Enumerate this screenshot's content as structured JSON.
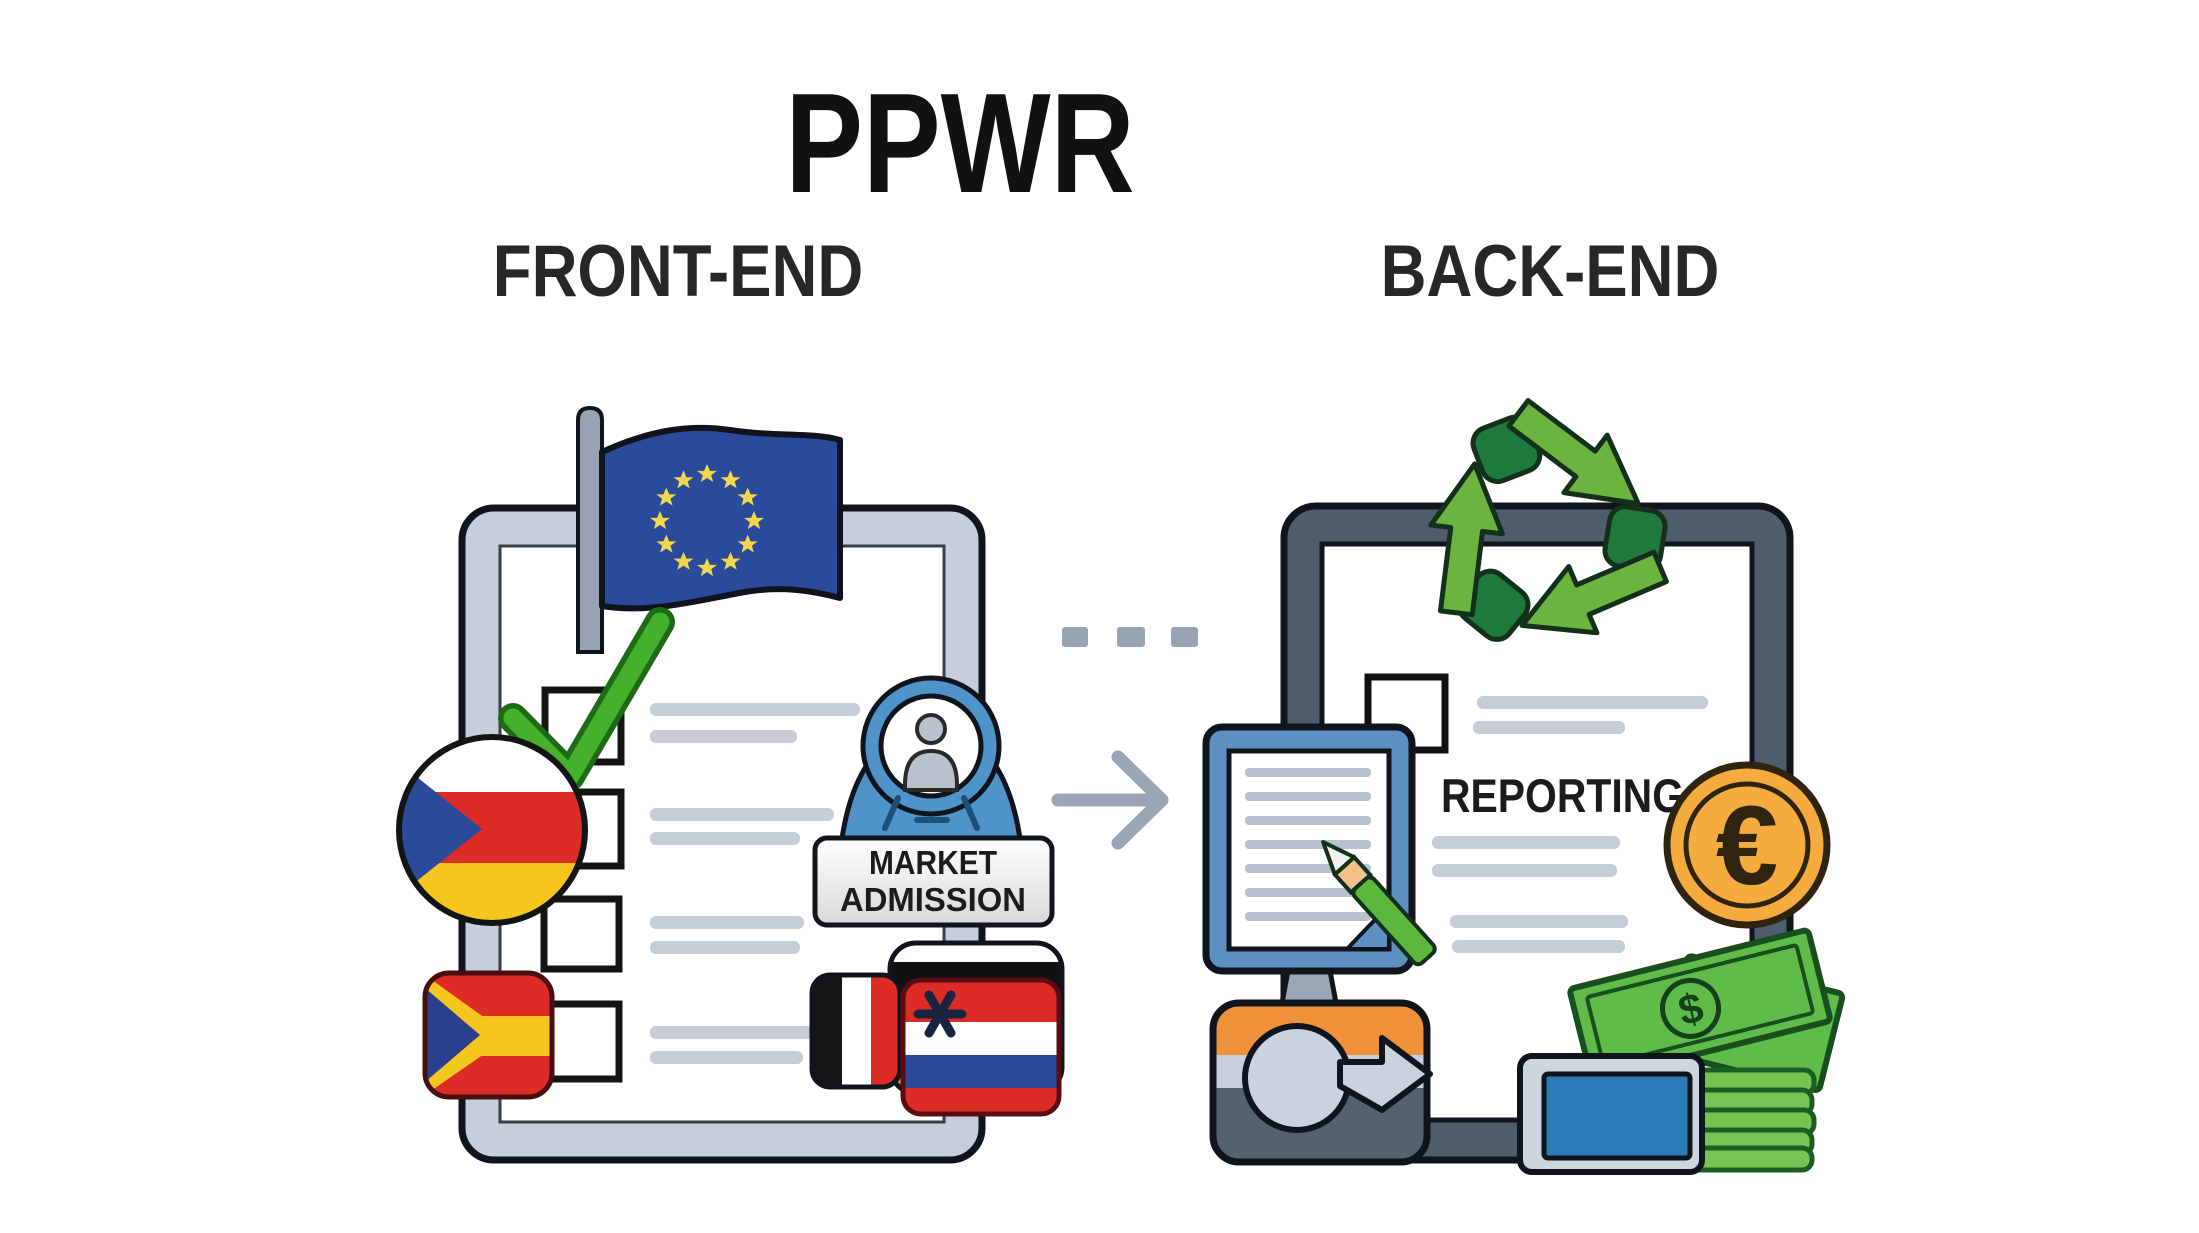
{
  "title": "PPWR",
  "sections": {
    "front_end": "FRONT-END",
    "back_end": "BACK-END"
  },
  "front_end": {
    "badge": {
      "line1": "MARKET",
      "line2": "ADMISSION"
    },
    "checklist_items": 4,
    "checked_items": 1,
    "icons": [
      "eu-flag-icon",
      "checkmark-icon",
      "czech-germany-flag-icon",
      "czech-spain-flag-icon",
      "black-white-red-flag-icon",
      "croatia-flag-icon",
      "person-badge-icon"
    ]
  },
  "middle": {
    "icons": [
      "dashed-line",
      "right-arrow-icon"
    ]
  },
  "back_end": {
    "label": "REPORTING",
    "icons": [
      "recycling-icon",
      "checkbox",
      "euro-coin-icon",
      "tablet-document-icon",
      "pencil-icon",
      "converter-machine-icon",
      "banknotes-icon",
      "money-stack-icon",
      "tablet-device-icon"
    ]
  },
  "symbols": {
    "euro": "€",
    "dollar": "$"
  },
  "colors": {
    "eu_blue": "#2a4b9b",
    "star_yellow": "#f2d64b",
    "check_green": "#45b02b",
    "recycle_light_green": "#6cb440",
    "recycle_dark_green": "#1e7a3c",
    "euro_gold": "#f5ab3d",
    "money_green": "#5fbc49",
    "accent_orange": "#ef9138",
    "slate_frame": "#4e5c6b",
    "light_frame": "#c6cedb",
    "line_gray": "#c6cdd7",
    "badge_blue": "#4f94c9",
    "flag_red": "#dd2c26",
    "flag_yellow": "#f5c61d",
    "flag_blue": "#2b4a9a",
    "screen_blue": "#2c7ab8"
  }
}
